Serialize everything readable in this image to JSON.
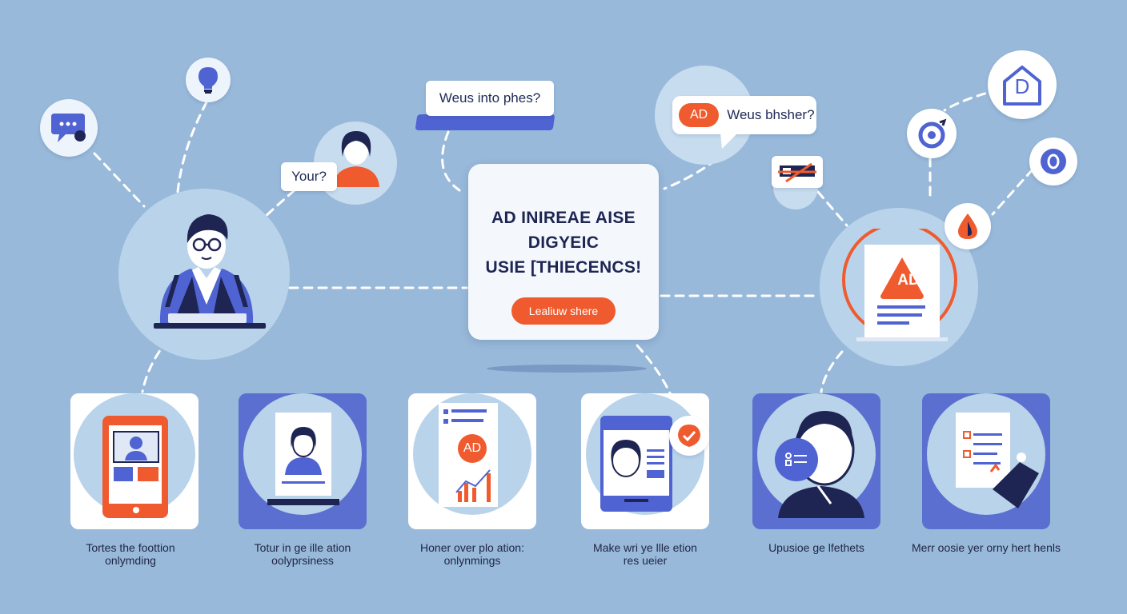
{
  "bubbles": {
    "top_center": "Weus into phes?",
    "top_right_badge": "AD",
    "top_right_text": "Weus bhsher?",
    "left_person": "Your?"
  },
  "center_card": {
    "title_line1": "AD INIREAE AISE",
    "title_line2": "DIGYEIC",
    "title_line3": "USIE [THIECENCS!",
    "button": "Lealiuw shere"
  },
  "document_badge": "AD",
  "step_badge": "AD",
  "right_icons": {
    "house_letter": "D"
  },
  "steps": [
    {
      "line1": "Tortes the foottion",
      "line2": "onlymding"
    },
    {
      "line1": "Totur in ge ille ation",
      "line2": "oolyprsiness"
    },
    {
      "line1": "Honer over plo ation:",
      "line2": "onlynmings"
    },
    {
      "line1": "Make wri ye llle etion",
      "line2": "res ueier"
    },
    {
      "line1": "Upusioe ge lfethets",
      "line2": ""
    },
    {
      "line1": "Merr oosie yer orny hert henls",
      "line2": ""
    }
  ],
  "colors": {
    "background": "#98b9da",
    "accent_orange": "#ef5b2e",
    "accent_blue": "#4f63d2",
    "navy": "#1e2552"
  }
}
